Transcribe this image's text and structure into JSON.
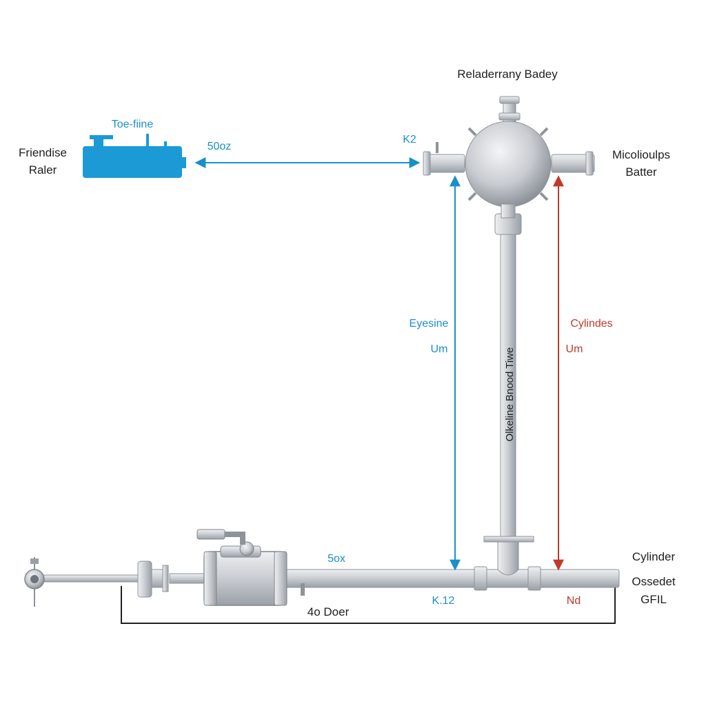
{
  "colors": {
    "tank": "#1b9ad6",
    "blue_arrow": "#1a8fc9",
    "red_arrow": "#c0392b",
    "pipe": "#c9ccd1",
    "pipe_stroke": "#8e939a",
    "text": "#1f1f1f"
  },
  "labels": {
    "top_title": "Reladerrany Badey",
    "tank_name": "Toe-fiine",
    "left_line1": "Friendise",
    "left_line2": "Raler",
    "arrow_top_left": "50oz",
    "arrow_top_right": "K2",
    "right_line1": "Micolioulps",
    "right_line2": "Batter",
    "blue_line1": "Eyesine",
    "blue_line2": "Um",
    "red_line1": "Cylindes",
    "red_line2": "Um",
    "vertical_pipe": "Olkeline Bnood Tiwe",
    "bottom_mid": "5ox",
    "bottom_left": "4o Doer",
    "bottom_k": "K.12",
    "bottom_nd": "Nd",
    "bottom_right1": "Cylinder",
    "bottom_right2": "Ossedet",
    "bottom_right3": "GFIL"
  },
  "icons": [
    "tank-icon",
    "sphere-vessel-icon",
    "pump-icon",
    "valve-icon",
    "gauge-icon"
  ]
}
